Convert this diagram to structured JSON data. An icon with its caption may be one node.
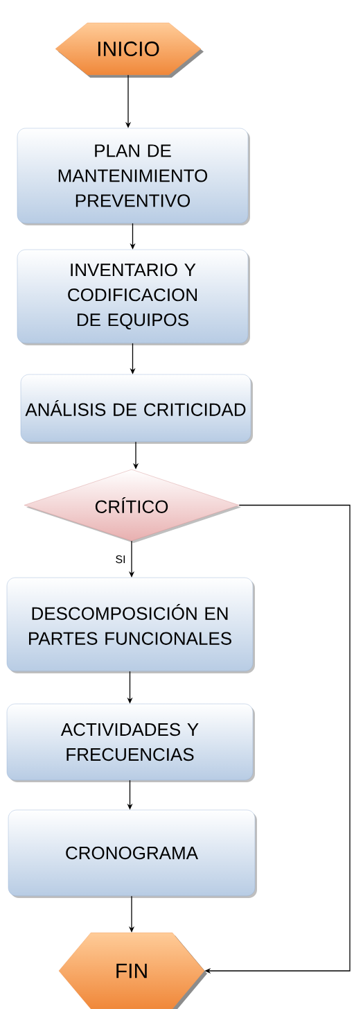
{
  "diagram": {
    "nodes": [
      {
        "text": [
          "INICIO"
        ]
      },
      {
        "text": [
          "PLAN DE MANTENIMIENTO PREVENTIVO"
        ]
      },
      {
        "text": [
          "INVENTARIO Y CODIFICACION DE EQUIPOS"
        ]
      },
      {
        "text": [
          "ANÁLISIS DE CRITICIDAD"
        ]
      },
      {
        "text": [
          "CRÍTICO"
        ]
      },
      {
        "text": [
          "DESCOMPOSICIÓN EN PARTES FUNCIONALES"
        ]
      },
      {
        "text": [
          "ACTIVIDADES Y FRECUENCIAS"
        ]
      },
      {
        "text": [
          "CRONOGRAMA"
        ]
      },
      {
        "text": [
          "FIN"
        ]
      }
    ],
    "edges": [
      {
        "from": 0,
        "to": 1,
        "arrow": "to"
      },
      {
        "from": 1,
        "to": 2,
        "arrow": "to"
      },
      {
        "from": 2,
        "to": 3,
        "arrow": "to"
      },
      {
        "from": 3,
        "to": 4,
        "arrow": "to"
      },
      {
        "from": 4,
        "to": 5,
        "arrow": "to",
        "label": "SI"
      },
      {
        "from": 5,
        "to": 6,
        "arrow": "to"
      },
      {
        "from": 6,
        "to": 7,
        "arrow": "to"
      },
      {
        "from": 7,
        "to": 8,
        "arrow": "to"
      },
      {
        "from": 4,
        "to": 8,
        "arrow": "to"
      }
    ]
  }
}
